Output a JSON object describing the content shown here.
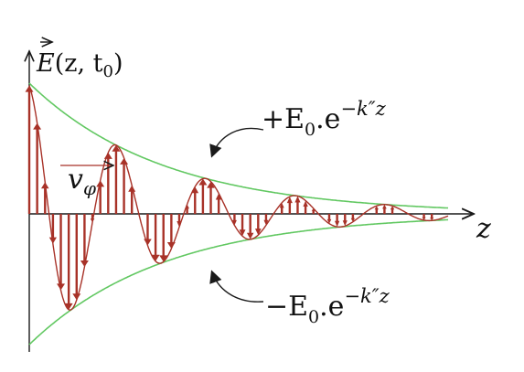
{
  "labels": {
    "y_axis": {
      "vec": "E",
      "args": "(z, t",
      "sub": "0",
      "close": ")"
    },
    "x_axis": "z",
    "velocity": {
      "v": "v",
      "sub": "φ"
    },
    "upper_envelope": {
      "sign": "+E",
      "sub": "0",
      "rest": ".e",
      "exp": "−k″z"
    },
    "lower_envelope": {
      "sign": "−E",
      "sub": "0",
      "rest": ".e",
      "exp": "−k″z"
    }
  },
  "colors": {
    "wave": "#a83228",
    "envelope": "#62c862",
    "axis": "#1a1a1a",
    "text": "#111111"
  },
  "wave": {
    "E0": 1,
    "z_max": 1,
    "k_real": 29.3,
    "k_imag": 3.1,
    "phase": 0.19,
    "arrow_count": 52,
    "velocity_arrow_icon": "right-arrow-icon"
  }
}
